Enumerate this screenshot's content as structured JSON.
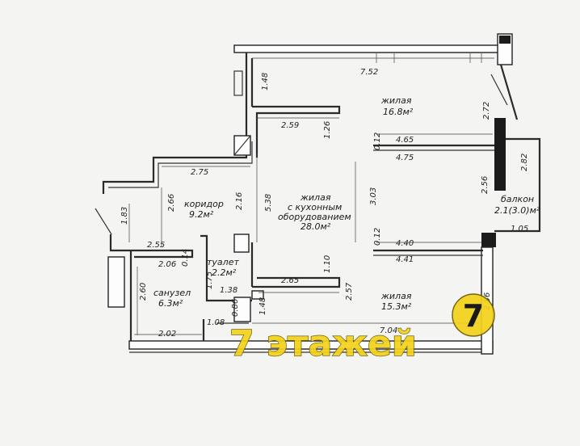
{
  "rooms": {
    "living_top": {
      "name": "жилая",
      "area": "16.8м²"
    },
    "living_main": {
      "line1": "жилая",
      "line2": "с кухонным",
      "line3": "оборудованием",
      "area": "28.0м²"
    },
    "living_bottom": {
      "name": "жилая",
      "area": "15.3м²"
    },
    "corridor": {
      "name": "коридор",
      "area": "9.2м²"
    },
    "toilet": {
      "name": "туалет",
      "area": "2.2м²"
    },
    "bathroom": {
      "name": "санузел",
      "area": "6.3м²"
    },
    "balcony": {
      "name": "балкон",
      "area": "2.1(3.0)м²"
    }
  },
  "dimensions": {
    "d752": "7.52",
    "d148a": "1.48",
    "d272": "2.72",
    "d259": "2.59",
    "d126": "1.26",
    "d012a": "0.12",
    "d465": "4.65",
    "d475": "4.75",
    "d282": "2.82",
    "d275": "2.75",
    "d256a": "2.56",
    "d266": "2.66",
    "d216": "2.16",
    "d538": "5.38",
    "d303": "3.03",
    "d183": "1.83",
    "d255": "2.55",
    "d105": "1.05",
    "d012b": "0.12",
    "d440": "4.40",
    "d441": "4.41",
    "d206": "2.06",
    "d014": "0.14",
    "d110": "1.10",
    "d265": "2.65",
    "d175": "1.75",
    "d138": "1.38",
    "d260": "2.60",
    "d257": "2.57",
    "d086": "0.86",
    "d148b": "1.48",
    "d108": "1.08",
    "d202": "2.02",
    "d704": "7.04",
    "d256b": "2.56"
  },
  "watermark": {
    "text": "7 этажей",
    "logo_digit": "7",
    "color": "#f3d21a"
  }
}
